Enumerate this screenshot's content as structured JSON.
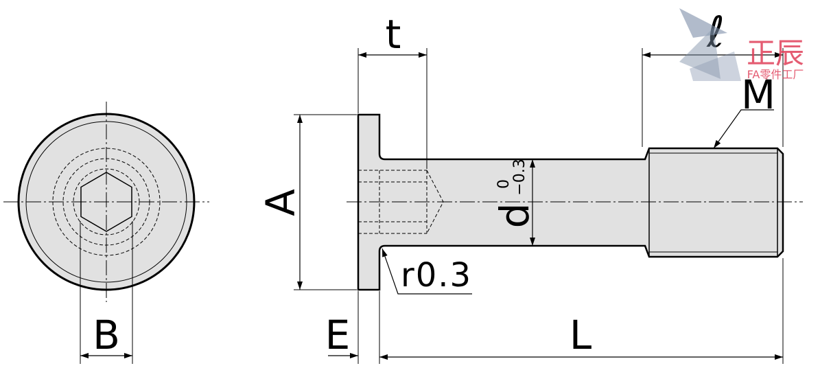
{
  "labels": {
    "B": "B",
    "A": "A",
    "t": "t",
    "E": "E",
    "L": "L",
    "M": "M",
    "ell": "ℓ",
    "d_main": "d",
    "d_upper": "0",
    "d_lower": "−0.3",
    "radius_note": "r0.3"
  },
  "logo": {
    "name": "正辰",
    "tagline": "FA零件工厂"
  },
  "colors": {
    "part_fill": "#e1e1e1",
    "line": "#000000",
    "logo_red": "#e0405a",
    "logo_blue": "#7e8fa8"
  }
}
